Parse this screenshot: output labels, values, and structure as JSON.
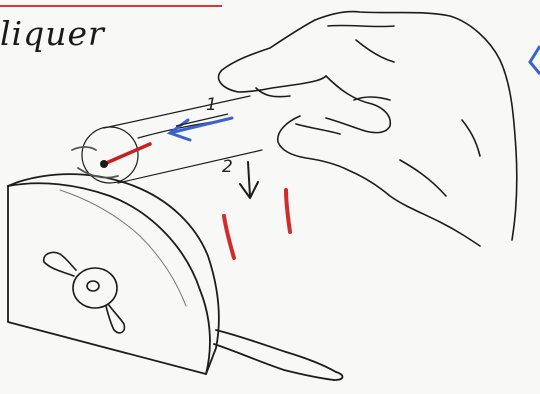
{
  "heading": {
    "text": "liquer"
  },
  "steps": {
    "one": "1",
    "two": "2"
  },
  "colors": {
    "paper": "#f8f8f7",
    "ink": "#1c1c1c",
    "underline": "#d23a3a",
    "blue_arrow": "#3a63cf",
    "red_mark": "#d12b2b"
  },
  "icons": {
    "hand": "hand-icon",
    "cylinder": "cylinder-icon",
    "device": "half-disc-device-icon",
    "knob": "knob-icon",
    "arrow_left": "blue-arrow-left-icon",
    "arrow_down": "black-arrow-down-icon",
    "red_marks": "red-mark-icon"
  }
}
